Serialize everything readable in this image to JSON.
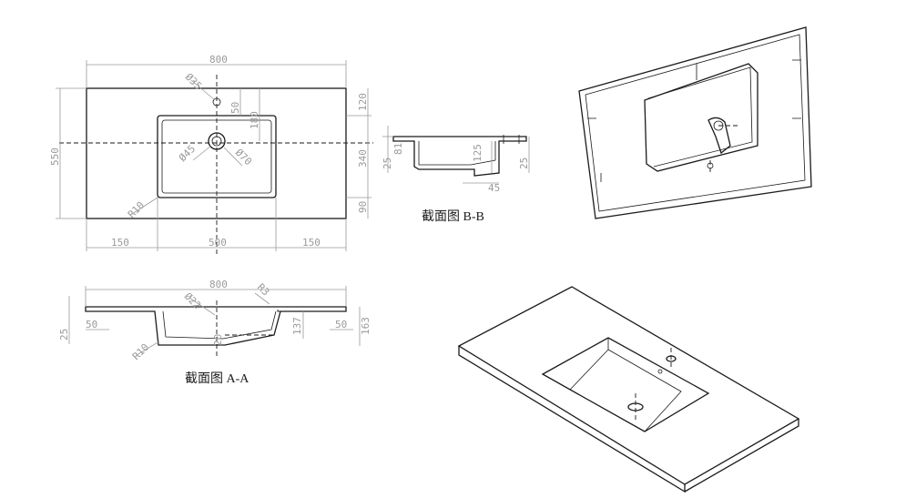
{
  "top_view": {
    "width_label": "800",
    "height_label": "550",
    "right_dims": [
      "120",
      "340",
      "90"
    ],
    "bottom_dims": [
      "150",
      "500",
      "150"
    ],
    "hole_small": "Ø35",
    "hole_drain_inner": "Ø45",
    "hole_drain_outer": "Ø70",
    "v_50": "50",
    "v_180": "180",
    "radius": "R10"
  },
  "section_bb": {
    "caption": "截面图 B-B",
    "dims": [
      "81",
      "25",
      "125",
      "45",
      "25"
    ]
  },
  "section_aa": {
    "caption": "截面图 A-A",
    "width_label": "800",
    "hole": "Ø22",
    "radius_top": "R3",
    "radius_bottom": "R10",
    "dims": [
      "25",
      "50",
      "50",
      "137",
      "163",
      "20"
    ]
  }
}
